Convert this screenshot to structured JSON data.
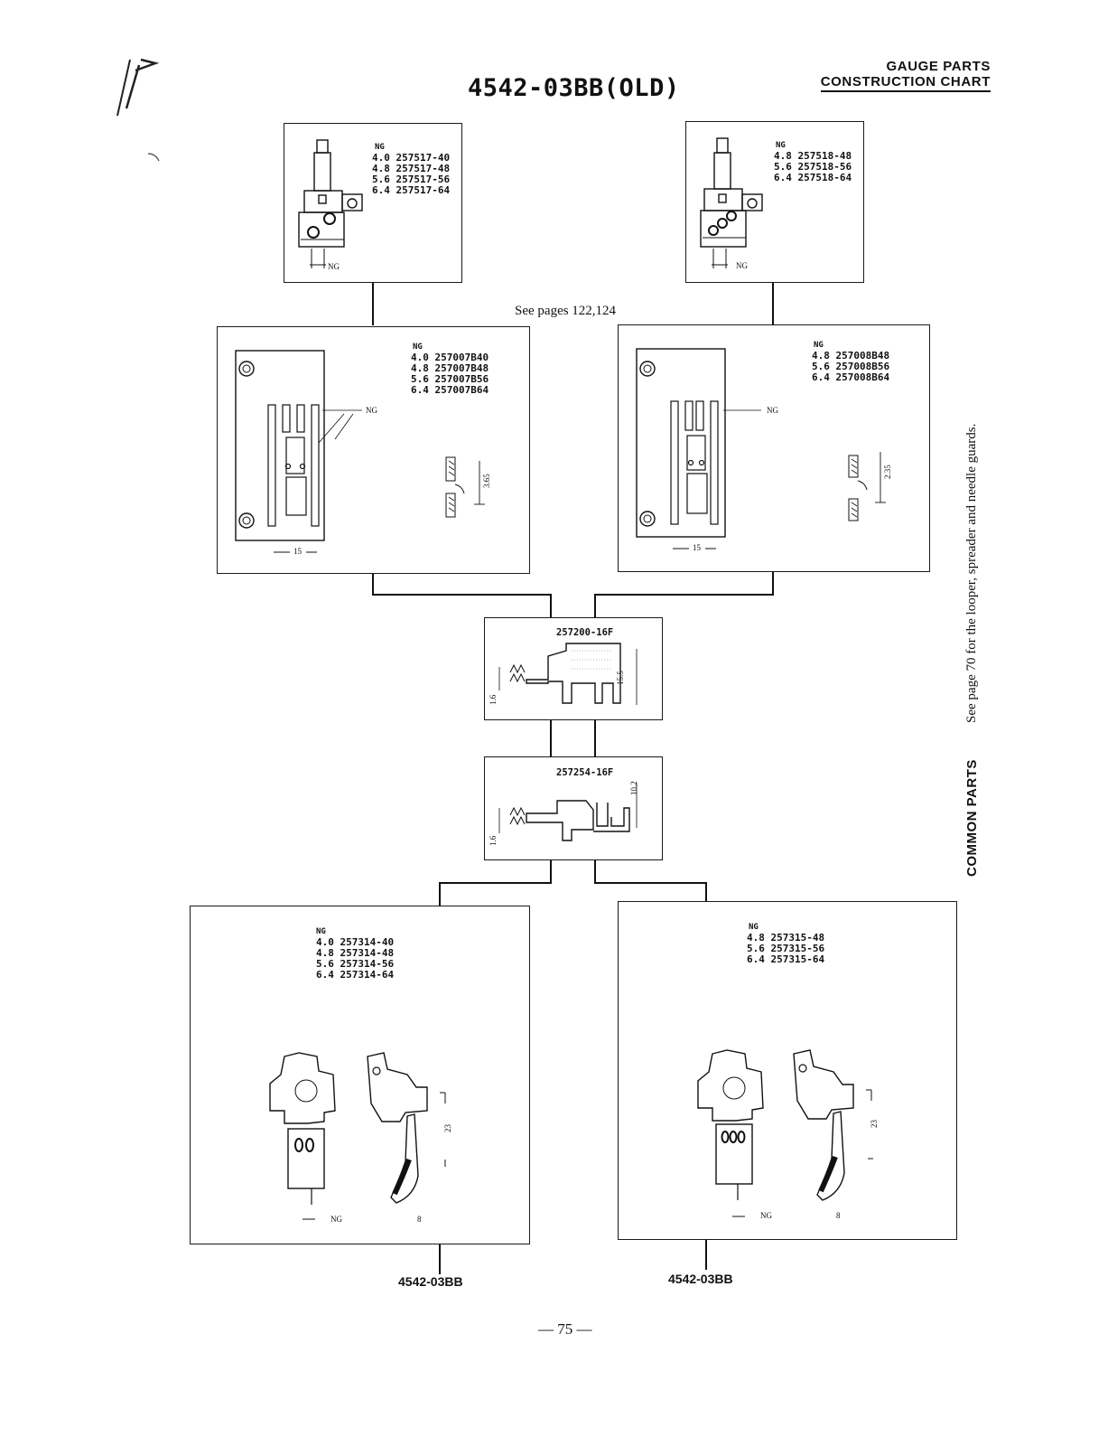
{
  "page": {
    "title": "4542-03BB(OLD)",
    "header_line1": "GAUGE PARTS",
    "header_line2": "CONSTRUCTION CHART",
    "see_pages": "See pages 122,124",
    "common_parts_label": "COMMON PARTS",
    "common_parts_note": "See page 70 for the looper, spreader and needle guards.",
    "page_number": "— 75 —"
  },
  "needle_clamp_left": {
    "ng": "NG",
    "lines": [
      "4.0 257517-40",
      "4.8 257517-48",
      "5.6 257517-56",
      "6.4 257517-64"
    ],
    "dim": "NG"
  },
  "needle_clamp_right": {
    "ng": "NG",
    "lines": [
      "4.8 257518-48",
      "5.6 257518-56",
      "6.4 257518-64"
    ],
    "dim": "NG"
  },
  "throat_plate_left": {
    "ng": "NG",
    "lines": [
      "4.0 257007B40",
      "4.8 257007B48",
      "5.6 257007B56",
      "6.4 257007B64"
    ],
    "callout": "NG",
    "dim_vertical": "3.65",
    "dim_bottom": "15"
  },
  "throat_plate_right": {
    "ng": "NG",
    "lines": [
      "4.8 257008B48",
      "5.6 257008B56",
      "6.4 257008B64"
    ],
    "callout": "NG",
    "dim_vertical": "2.35",
    "dim_bottom": "15"
  },
  "feed_dog_main": {
    "part": "257200-16F",
    "dim_left": "1.6",
    "dim_right": "15.5"
  },
  "feed_dog_sub": {
    "part": "257254-16F",
    "dim_left": "1.6",
    "dim_right": "10.2"
  },
  "presser_foot_left": {
    "ng": "NG",
    "lines": [
      "4.0 257314-40",
      "4.8 257314-48",
      "5.6 257314-56",
      "6.4 257314-64"
    ],
    "dim_ng": "NG",
    "dim_8": "8",
    "dim_23": "23",
    "model": "4542-03BB"
  },
  "presser_foot_right": {
    "ng": "NG",
    "lines": [
      "4.8 257315-48",
      "5.6 257315-56",
      "6.4 257315-64"
    ],
    "dim_ng": "NG",
    "dim_8": "8",
    "dim_23": "23",
    "model": "4542-03BB"
  }
}
